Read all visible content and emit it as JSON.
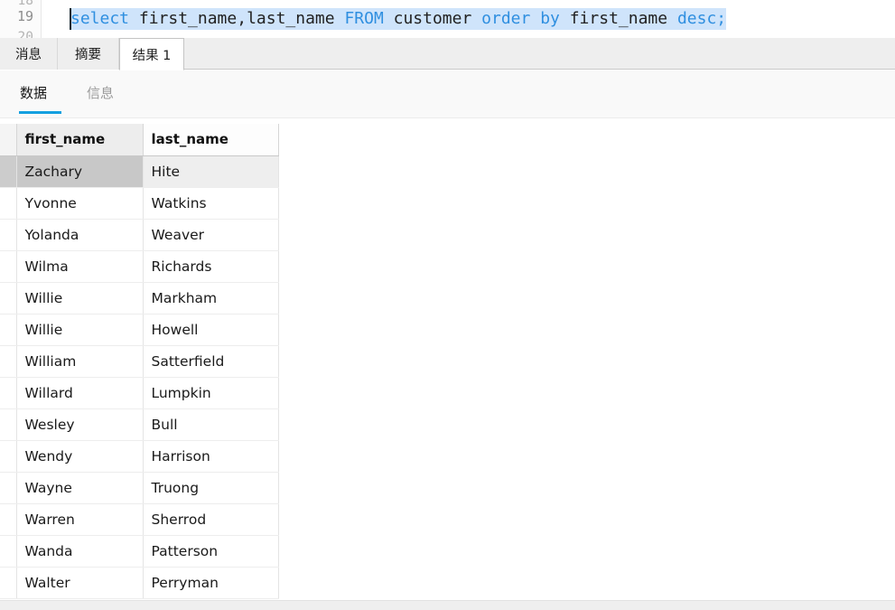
{
  "editor": {
    "line_numbers": [
      "18",
      "19",
      "20"
    ],
    "current_line": "19",
    "sql_tokens": [
      {
        "text": "select ",
        "type": "keyword"
      },
      {
        "text": "first_name,last_name ",
        "type": "plain"
      },
      {
        "text": "FROM ",
        "type": "keyword"
      },
      {
        "text": "customer ",
        "type": "plain"
      },
      {
        "text": "order by ",
        "type": "keyword"
      },
      {
        "text": "first_name ",
        "type": "plain"
      },
      {
        "text": "desc;",
        "type": "keyword"
      }
    ],
    "sql_text": "select first_name,last_name FROM customer order by first_name desc;"
  },
  "tabs": {
    "items": [
      {
        "label": "消息",
        "active": false
      },
      {
        "label": "摘要",
        "active": false
      },
      {
        "label": "结果 1",
        "active": true
      }
    ]
  },
  "subtabs": {
    "items": [
      {
        "label": "数据",
        "active": true
      },
      {
        "label": "信息",
        "active": false
      }
    ]
  },
  "grid": {
    "columns": [
      "first_name",
      "last_name"
    ],
    "rows": [
      {
        "first_name": "Zachary",
        "last_name": "Hite",
        "selected": true
      },
      {
        "first_name": "Yvonne",
        "last_name": "Watkins",
        "selected": false
      },
      {
        "first_name": "Yolanda",
        "last_name": "Weaver",
        "selected": false
      },
      {
        "first_name": "Wilma",
        "last_name": "Richards",
        "selected": false
      },
      {
        "first_name": "Willie",
        "last_name": "Markham",
        "selected": false
      },
      {
        "first_name": "Willie",
        "last_name": "Howell",
        "selected": false
      },
      {
        "first_name": "William",
        "last_name": "Satterfield",
        "selected": false
      },
      {
        "first_name": "Willard",
        "last_name": "Lumpkin",
        "selected": false
      },
      {
        "first_name": "Wesley",
        "last_name": "Bull",
        "selected": false
      },
      {
        "first_name": "Wendy",
        "last_name": "Harrison",
        "selected": false
      },
      {
        "first_name": "Wayne",
        "last_name": "Truong",
        "selected": false
      },
      {
        "first_name": "Warren",
        "last_name": "Sherrod",
        "selected": false
      },
      {
        "first_name": "Wanda",
        "last_name": "Patterson",
        "selected": false
      },
      {
        "first_name": "Walter",
        "last_name": "Perryman",
        "selected": false
      }
    ]
  },
  "colors": {
    "accent_blue": "#14a0e0",
    "keyword_blue": "#2f8fe0",
    "selection_blue": "#cfe4fb",
    "row_selected_gray": "#c8c8c8",
    "tabbar_gray": "#eeeeee"
  }
}
